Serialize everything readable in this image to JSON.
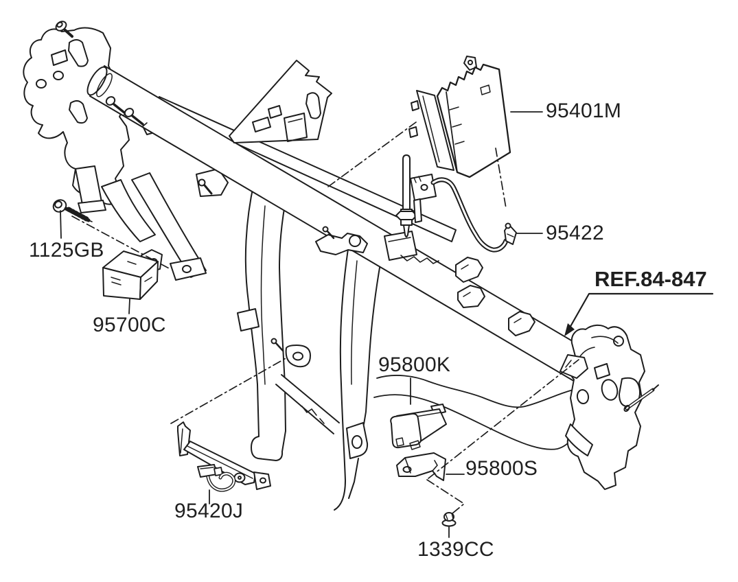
{
  "diagram": {
    "background_color": "#ffffff",
    "line_color": "#1d1d1d",
    "text_color": "#1f1f1f",
    "callouts": [
      {
        "part_no": "95401M"
      },
      {
        "part_no": "95422"
      },
      {
        "part_no": "1125GB"
      },
      {
        "part_no": "95700C"
      },
      {
        "part_no": "95800K"
      },
      {
        "part_no": "95800S"
      },
      {
        "part_no": "95420J"
      },
      {
        "part_no": "1339CC"
      }
    ],
    "reference": {
      "label": "REF.84-847"
    }
  }
}
